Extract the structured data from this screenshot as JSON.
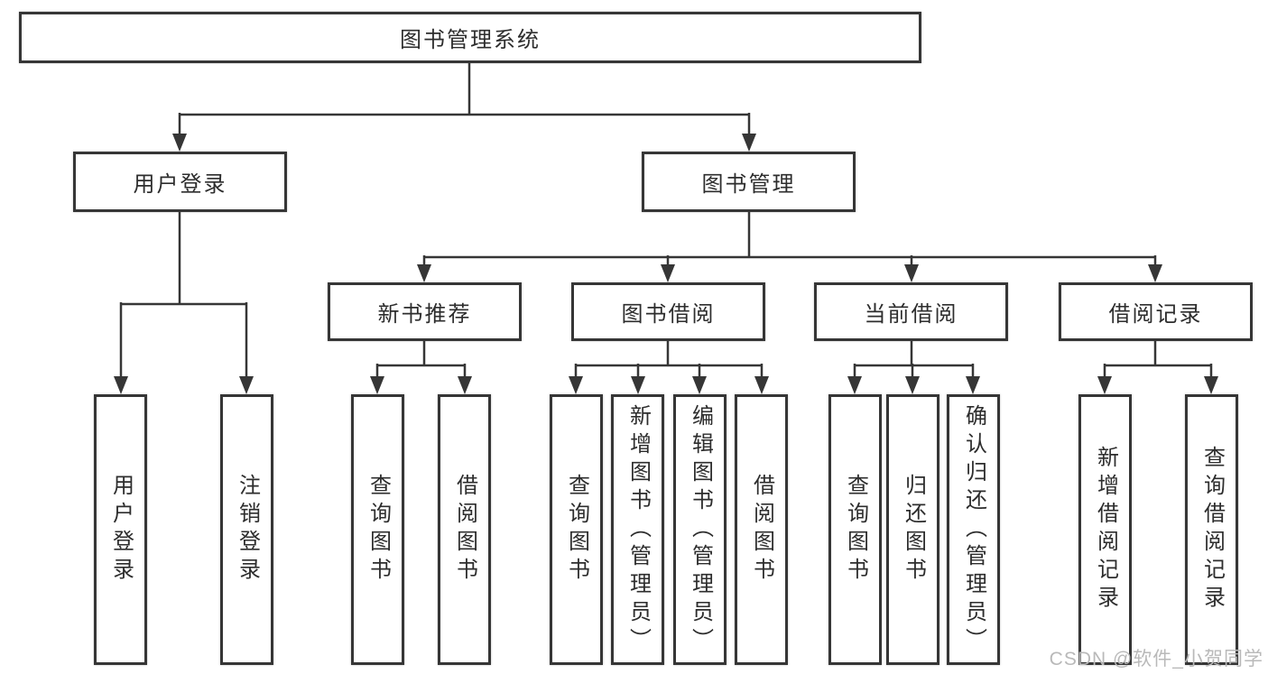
{
  "tree": {
    "root": {
      "label": "图书管理系统"
    },
    "branches": [
      {
        "label": "用户登录",
        "children": [
          "用户登录",
          "注销登录"
        ]
      },
      {
        "label": "图书管理",
        "sections": [
          {
            "label": "新书推荐",
            "children": [
              "查询图书",
              "借阅图书"
            ]
          },
          {
            "label": "图书借阅",
            "children": [
              "查询图书",
              "新增图书（管理员）",
              "编辑图书（管理员）",
              "借阅图书"
            ]
          },
          {
            "label": "当前借阅",
            "children": [
              "查询图书",
              "归还图书",
              "确认归还（管理员）"
            ]
          },
          {
            "label": "借阅记录",
            "children": [
              "新增借阅记录",
              "查询借阅记录"
            ]
          }
        ]
      }
    ]
  },
  "watermark": "CSDN @软件_小贺同学",
  "colors": {
    "line": "#363636",
    "text": "#2d2d2d",
    "watermark": "#b9b9b9",
    "background": "#ffffff"
  }
}
